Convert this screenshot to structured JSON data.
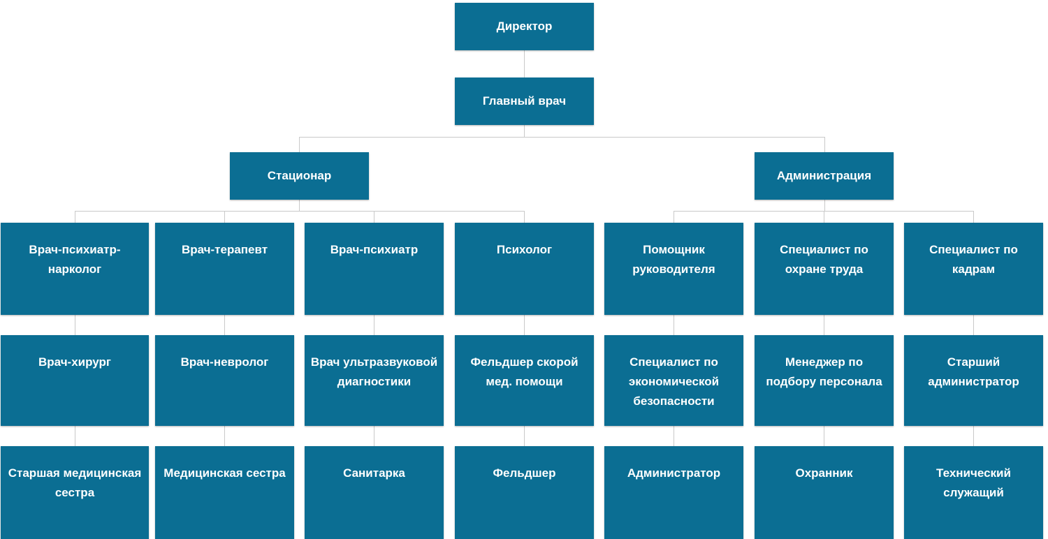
{
  "chart_data": {
    "type": "diagram",
    "subtype": "organizational-chart",
    "title": "",
    "orientation": "top-down",
    "theme": {
      "node_fill": "#0b6e93",
      "node_text": "#ffffff",
      "connector": "#c9c9c9",
      "background": "#ffffff"
    },
    "nodes": [
      {
        "id": "director",
        "label": "Директор",
        "level": 0,
        "parent": null
      },
      {
        "id": "chief_doctor",
        "label": "Главный врач",
        "level": 1,
        "parent": "director"
      },
      {
        "id": "hospital",
        "label": "Стационар",
        "level": 2,
        "parent": "chief_doctor"
      },
      {
        "id": "administration",
        "label": "Администрация",
        "level": 2,
        "parent": "chief_doctor"
      },
      {
        "id": "psych_narc",
        "label": "Врач-психиатр-нарколог",
        "level": 3,
        "parent": "hospital",
        "column": 1
      },
      {
        "id": "therapist",
        "label": "Врач-терапевт",
        "level": 3,
        "parent": "hospital",
        "column": 2
      },
      {
        "id": "psychiatrist",
        "label": "Врач-психиатр",
        "level": 3,
        "parent": "hospital",
        "column": 3
      },
      {
        "id": "psychologist",
        "label": "Психолог",
        "level": 3,
        "parent": "hospital",
        "column": 4
      },
      {
        "id": "assistant_head",
        "label": "Помощник руководителя",
        "level": 3,
        "parent": "administration",
        "column": 5
      },
      {
        "id": "labor_safety",
        "label": "Специалист по охране труда",
        "level": 3,
        "parent": "administration",
        "column": 6
      },
      {
        "id": "hr_specialist",
        "label": "Специалист по кадрам",
        "level": 3,
        "parent": "administration",
        "column": 7
      },
      {
        "id": "surgeon",
        "label": "Врач-хирург",
        "level": 4,
        "parent": "psych_narc",
        "column": 1
      },
      {
        "id": "neurologist",
        "label": "Врач-невролог",
        "level": 4,
        "parent": "therapist",
        "column": 2
      },
      {
        "id": "ultrasound",
        "label": "Врач ультразвуковой диагностики",
        "level": 4,
        "parent": "psychiatrist",
        "column": 3
      },
      {
        "id": "paramedic_ems",
        "label": "Фельдшер скорой мед. помощи",
        "level": 4,
        "parent": "psychologist",
        "column": 4
      },
      {
        "id": "econ_security",
        "label": "Специалист по экономической безопасности",
        "level": 4,
        "parent": "assistant_head",
        "column": 5
      },
      {
        "id": "recruiter",
        "label": "Менеджер по подбору персонала",
        "level": 4,
        "parent": "labor_safety",
        "column": 6
      },
      {
        "id": "senior_admin",
        "label": "Старший администратор",
        "level": 4,
        "parent": "hr_specialist",
        "column": 7
      },
      {
        "id": "head_nurse",
        "label": "Старшая медицинская сестра",
        "level": 5,
        "parent": "surgeon",
        "column": 1
      },
      {
        "id": "nurse",
        "label": "Медицинская сестра",
        "level": 5,
        "parent": "neurologist",
        "column": 2
      },
      {
        "id": "orderly",
        "label": "Санитарка",
        "level": 5,
        "parent": "ultrasound",
        "column": 3
      },
      {
        "id": "paramedic",
        "label": "Фельдшер",
        "level": 5,
        "parent": "paramedic_ems",
        "column": 4
      },
      {
        "id": "administrator",
        "label": "Администратор",
        "level": 5,
        "parent": "econ_security",
        "column": 5
      },
      {
        "id": "guard",
        "label": "Охранник",
        "level": 5,
        "parent": "recruiter",
        "column": 6
      },
      {
        "id": "technical_staff",
        "label": "Технический служащий",
        "level": 5,
        "parent": "senior_admin",
        "column": 7
      }
    ]
  },
  "nodes": {
    "director": "Директор",
    "chief_doctor": "Главный врач",
    "hospital": "Стационар",
    "administration": "Администрация",
    "psych_narc": "Врач-психиатр-нарколог",
    "therapist": "Врач-терапевт",
    "psychiatrist": "Врач-психиатр",
    "psychologist": "Психолог",
    "assistant_head": "Помощник руководителя",
    "labor_safety": "Специалист по охране труда",
    "hr_specialist": "Специалист по кадрам",
    "surgeon": "Врач-хирург",
    "neurologist": "Врач-невролог",
    "ultrasound": "Врач ультразвуковой диагностики",
    "paramedic_ems": "Фельдшер скорой мед. помощи",
    "econ_security": "Специалист по экономической безопасности",
    "recruiter": "Менеджер по подбору персонала",
    "senior_admin": "Старший администратор",
    "head_nurse": "Старшая медицинская сестра",
    "nurse": "Медицинская сестра",
    "orderly": "Санитарка",
    "paramedic": "Фельдшер",
    "administrator": "Администратор",
    "guard": "Охранник",
    "technical_staff": "Технический служащий"
  }
}
